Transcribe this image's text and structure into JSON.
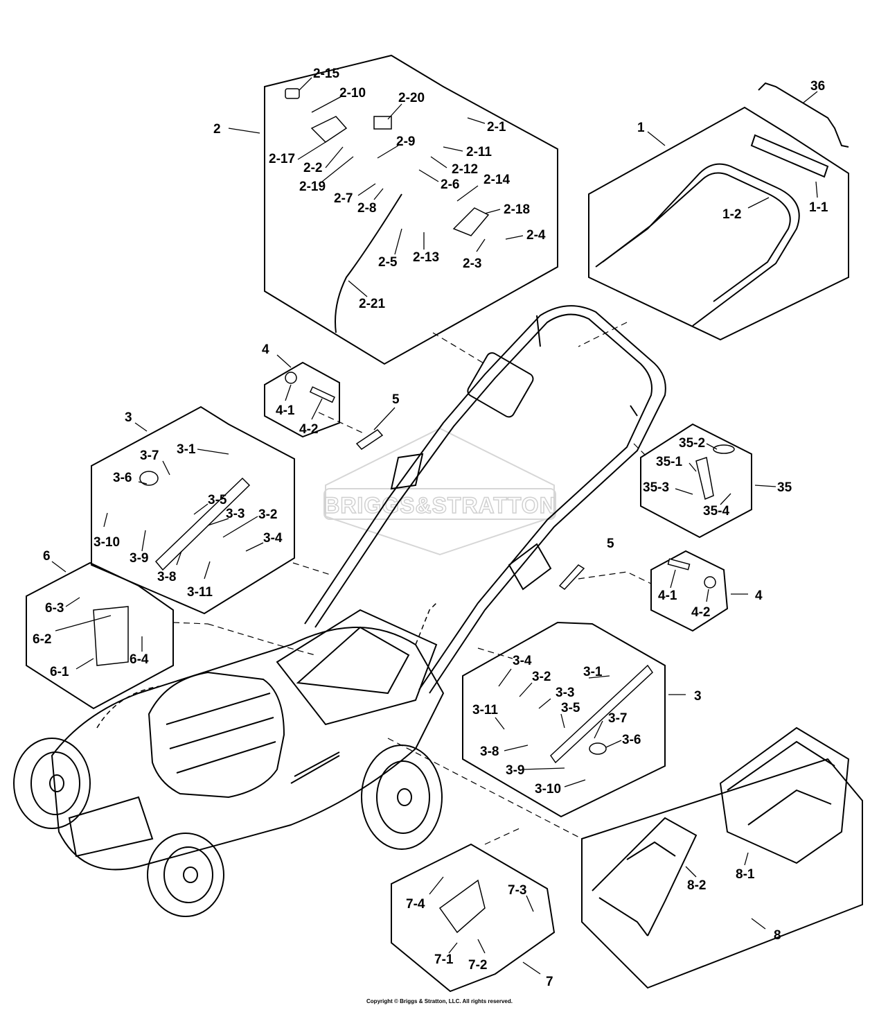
{
  "watermark": {
    "text": "BRIGGS&STRATTON",
    "logo": "briggs-stratton-watermark"
  },
  "callouts": {
    "c2_15": "2-15",
    "c2_10": "2-10",
    "c2_20": "2-20",
    "c2_1": "2-1",
    "c2": "2",
    "c2_9": "2-9",
    "c2_11": "2-11",
    "c2_17": "2-17",
    "c2_2": "2-2",
    "c2_12": "2-12",
    "c2_19": "2-19",
    "c2_6": "2-6",
    "c2_14": "2-14",
    "c2_7": "2-7",
    "c2_8": "2-8",
    "c2_18": "2-18",
    "c2_4": "2-4",
    "c2_5": "2-5",
    "c2_13": "2-13",
    "c2_3": "2-3",
    "c2_21": "2-21",
    "c36": "36",
    "c1": "1",
    "c1_2": "1-2",
    "c1_1": "1-1",
    "c4_top": "4",
    "c4_1_top": "4-1",
    "c4_2_top": "4-2",
    "c5_top": "5",
    "c5_bot": "5",
    "c3_left": "3",
    "c3_7L": "3-7",
    "c3_1L": "3-1",
    "c3_6L": "3-6",
    "c3_5L": "3-5",
    "c3_3L": "3-3",
    "c3_2L": "3-2",
    "c3_10L": "3-10",
    "c3_9L": "3-9",
    "c3_4L": "3-4",
    "c3_8L": "3-8",
    "c3_11L": "3-11",
    "c35_2": "35-2",
    "c35_1": "35-1",
    "c35_3": "35-3",
    "c35": "35",
    "c35_4": "35-4",
    "c6": "6",
    "c6_3": "6-3",
    "c6_2": "6-2",
    "c6_4": "6-4",
    "c6_1": "6-1",
    "c4_1_bot": "4-1",
    "c4_bot": "4",
    "c4_2_bot": "4-2",
    "c3_4R": "3-4",
    "c3_1R": "3-1",
    "c3_2R": "3-2",
    "c3_3R": "3-3",
    "c3_right": "3",
    "c3_11R": "3-11",
    "c3_5R": "3-5",
    "c3_7R": "3-7",
    "c3_8R": "3-8",
    "c3_6R": "3-6",
    "c3_9R": "3-9",
    "c3_10R": "3-10",
    "c7_4": "7-4",
    "c7_3": "7-3",
    "c7_1": "7-1",
    "c7_2": "7-2",
    "c7": "7",
    "c8_2": "8-2",
    "c8_1": "8-1",
    "c8": "8"
  },
  "copyright": "Copyright © Briggs & Stratton, LLC. All rights reserved."
}
